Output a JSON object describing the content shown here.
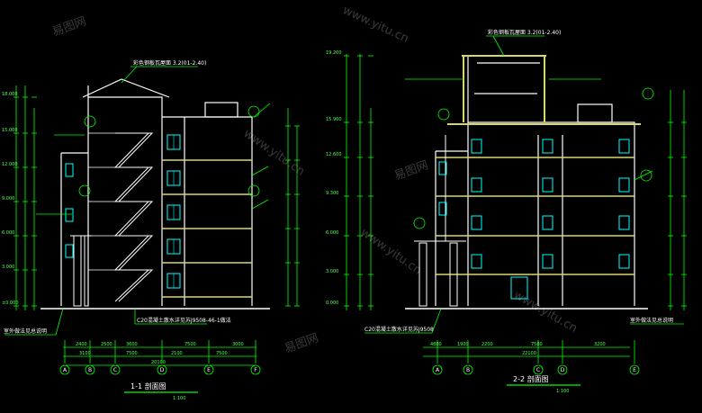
{
  "drawing": {
    "left_title": "1-1 剖面图",
    "left_scale": "1:100",
    "right_title": "2-2 剖面图",
    "right_scale": "1:100",
    "watermark_text": "www.yitu.cn",
    "watermark_logo": "易图网",
    "left_axes": [
      "A",
      "B",
      "C",
      "D",
      "E",
      "F"
    ],
    "right_axes": [
      "A",
      "B",
      "C",
      "D",
      "E"
    ],
    "left_dims_top": [
      "2400",
      "2500",
      "3600",
      "7500",
      "3000"
    ],
    "left_dims_bottom": [
      "3100",
      "7500",
      "2100",
      "7500"
    ],
    "left_total": "20100",
    "right_dims_top": [
      "4800",
      "1900",
      "2200",
      "7500",
      "3200"
    ],
    "right_total": "22100",
    "left_elevations": [
      "18.000",
      "15.000",
      "12.000",
      "9.000",
      "6.000",
      "3.000",
      "±0.000"
    ],
    "right_elevations": [
      "19.200",
      "15.900",
      "12.600",
      "9.300",
      "6.000",
      "3.000",
      "0.000"
    ],
    "left_top_note": "彩色钢板瓦屋面 3.2(01-2.40)",
    "right_top_note": "彩色钢板瓦屋面 3.2(01-2.40)",
    "left_bottom_note": "C20混凝土散水详见苏J9508-46-1做法",
    "left_side_note": "室外做法见总说明",
    "right_bottom_note": "C20混凝土散水详见苏J9508",
    "right_side_note": "室外做法见总说明",
    "colors": {
      "background": "#000000",
      "outline": "#ffffff",
      "dimension": "#00ff00",
      "floor_band": "#d8d86a",
      "window": "#00ffff",
      "dim_text": "#55ff55",
      "text": "#ffffff"
    }
  }
}
